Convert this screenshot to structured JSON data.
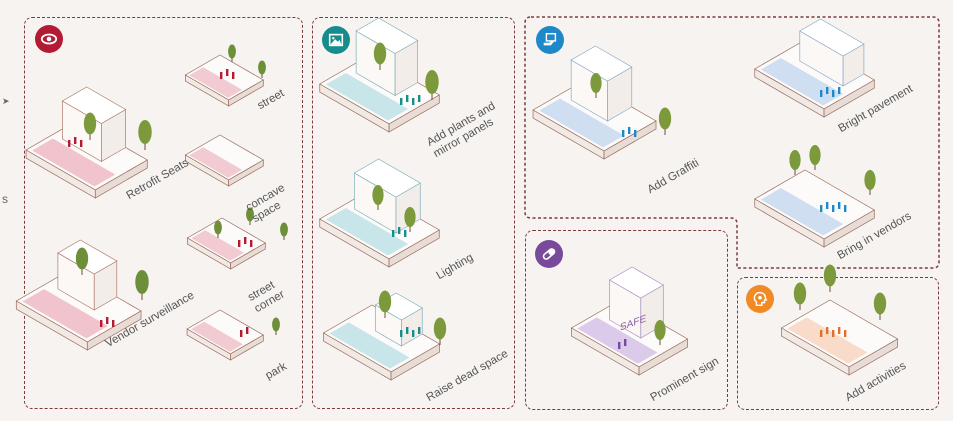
{
  "left_fragment": {
    "text": "s",
    "arrow": "➤"
  },
  "colors": {
    "border": "#7a3b3b",
    "red": "#b31b34",
    "teal": "#168c8c",
    "blue": "#1e88c8",
    "purple": "#7a4a9a",
    "orange": "#f08a24"
  },
  "panels": [
    {
      "badge_icon": "eye-icon",
      "labels": [
        "Retrofit Seats",
        "street",
        "concave\nspace",
        "street\ncorner",
        "Vendor surveillance",
        "park"
      ]
    },
    {
      "badge_icon": "image-icon",
      "labels": [
        "Add plants and\nmirror panels",
        "Lighting",
        "Raise dead space"
      ]
    },
    {
      "badge_icon": "hand-tablet-icon",
      "labels": [
        "Add Graffiti",
        "Bright pavement",
        "Bring in vendors"
      ]
    },
    {
      "badge_icon": "pill-icon",
      "labels": [
        "Prominent sign"
      ],
      "sign_text": "SAFE"
    },
    {
      "badge_icon": "head-gear-icon",
      "labels": [
        "Add activities"
      ]
    }
  ]
}
